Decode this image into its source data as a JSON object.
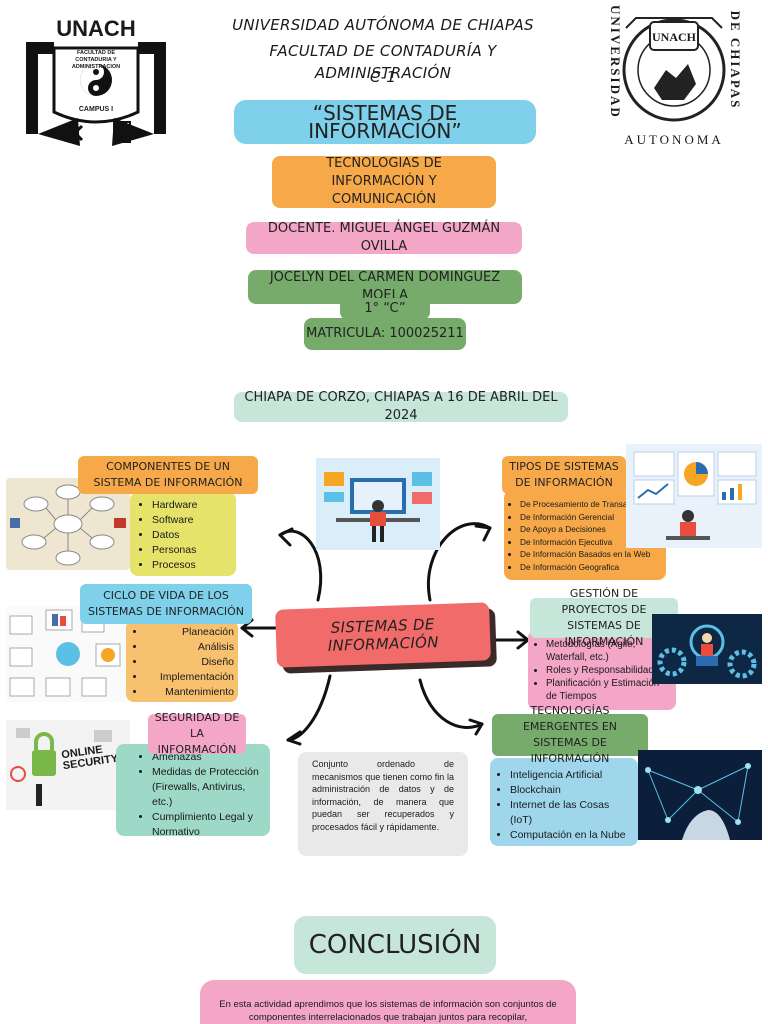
{
  "header": {
    "line1": "UNIVERSIDAD AUTÓNOMA DE CHIAPAS",
    "line2": "FACULTAD DE CONTADURÍA Y ADMINISTRACIÓN",
    "line3": "C-1"
  },
  "logo_left": {
    "top_text": "UNACH",
    "ring_text": "FACULTAD DE CONTADURIA Y ADMINISTRACION",
    "campus": "CAMPUS I"
  },
  "logo_right": {
    "center_text": "UNACH",
    "side_left": "UNIVERSIDAD",
    "side_right": "DE CHIAPAS",
    "bottom": "AUTONOMA"
  },
  "title_pills": {
    "main": "“SISTEMAS DE INFORMACIÓN”",
    "subject": "TECNOLOGIAS DE INFORMACIÓN Y COMUNICACIÓN",
    "teacher": "DOCENTE. MIGUEL ÁNGEL GUZMÁN OVILLA",
    "student": "JOCELYN DEL CARMEN DOMINGUEZ MOELA",
    "group": "1° “C”",
    "matricula": "MATRICULA: 100025211",
    "place_date": "CHIAPA DE CORZO, CHIAPAS A 16 DE ABRIL DEL 2024"
  },
  "center_topic": "SISTEMAS DE INFORMACIÓN",
  "definition": "Conjunto ordenado de mecanismos que tienen como fin la administración de datos y de información, de manera que puedan ser recuperados y procesados fácil y rápidamente.",
  "components": {
    "title": "COMPONENTES DE UN SISTEMA DE INFORMACIÓN",
    "items": [
      "Hardware",
      "Software",
      "Datos",
      "Personas",
      "Procesos"
    ]
  },
  "types": {
    "title": "TIPOS DE SISTEMAS DE INFORMACIÓN",
    "items": [
      "De Procesamiento de Transacciones",
      "De Información Gerencial",
      "De Apoyo a Decisiones",
      "De Información Ejecutiva",
      "De Información Basados en la Web",
      "De Información Geografica"
    ]
  },
  "lifecycle": {
    "title": "CICLO DE VIDA DE LOS SISTEMAS DE INFORMACIÓN",
    "items": [
      "Planeación",
      "Análisis",
      "Diseño",
      "Implementación",
      "Mantenimiento"
    ]
  },
  "project_mgmt": {
    "title": "GESTIÓN DE PROYECTOS DE SISTEMAS DE INFORMACIÓN",
    "items": [
      "Metodologías (Agile, Waterfall, etc.)",
      "Roles y Responsabilidades",
      "Planificación y Estimación de Tiempos"
    ]
  },
  "security": {
    "title": "SEGURIDAD DE LA INFORMACIÓN",
    "items": [
      "Amenazas",
      "Medidas de Protección (Firewalls, Antivirus, etc.)",
      "Cumplimiento Legal y Normativo"
    ],
    "image_text": "ONLINE SECURITY"
  },
  "emerging": {
    "title": "TECNOLOGÍAS EMERGENTES EN SISTEMAS DE INFORMACIÓN",
    "items": [
      "Inteligencia Artificial",
      "Blockchain",
      "Internet de las Cosas (IoT)",
      "Computación en la Nube"
    ]
  },
  "conclusion": {
    "title": "CONCLUSIÓN",
    "text": "En esta actividad aprendimos que los sistemas de información son conjuntos de componentes interrelacionados que trabajan juntos para recopilar,"
  },
  "colors": {
    "blue_pill": "#7fd0ea",
    "orange_pill": "#f7a94a",
    "pink_pill": "#f4a6c7",
    "green_pill": "#76ab6b",
    "mint_pill": "#c7e6da",
    "red_center": "#f26b6b",
    "yellow_box": "#e6e36a",
    "teal_box": "#9ed8c6",
    "light_blue_box": "#9fd6ec",
    "grey_box": "#e9e9e9"
  }
}
